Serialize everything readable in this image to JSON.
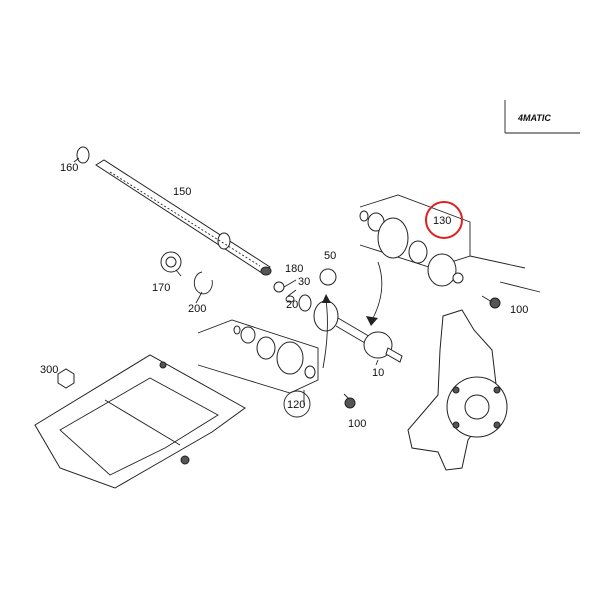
{
  "badge": {
    "text": "4MATIC"
  },
  "callouts": [
    {
      "id": "p160",
      "text": "160"
    },
    {
      "id": "p150",
      "text": "150"
    },
    {
      "id": "p170",
      "text": "170"
    },
    {
      "id": "p200",
      "text": "200"
    },
    {
      "id": "p180",
      "text": "180"
    },
    {
      "id": "p20",
      "text": "20"
    },
    {
      "id": "p50",
      "text": "50"
    },
    {
      "id": "p30",
      "text": "30"
    },
    {
      "id": "p10",
      "text": "10"
    },
    {
      "id": "p120",
      "text": "120"
    },
    {
      "id": "p100a",
      "text": "100"
    },
    {
      "id": "p100b",
      "text": "100"
    },
    {
      "id": "p300",
      "text": "300"
    },
    {
      "id": "p130",
      "text": "130"
    }
  ],
  "highlight": {
    "part": "130",
    "color": "#e02020"
  }
}
